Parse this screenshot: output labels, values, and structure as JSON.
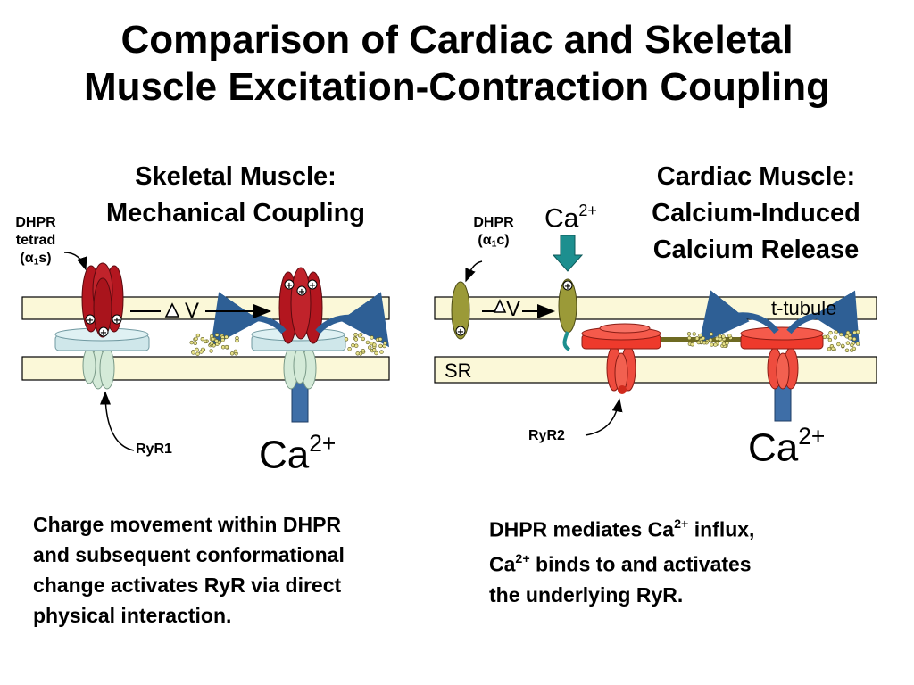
{
  "title_line1": "Comparison of Cardiac and Skeletal",
  "title_line2": "Muscle Excitation-Contraction Coupling",
  "skeletal": {
    "title_line1": "Skeletal Muscle:",
    "title_line2": "Mechanical Coupling",
    "dhpr_line1": "DHPR",
    "dhpr_line2": "tetrad",
    "dhpr_line3_pre": "(α",
    "dhpr_line3_sub": "1",
    "dhpr_line3_post": "s)",
    "ryr_label": "RyR1",
    "delta_v": "V",
    "ca_label": "Ca",
    "ca_charge": "2+",
    "caption_lines": [
      "Charge movement within DHPR",
      "and subsequent conformational",
      "change activates RyR via direct",
      "physical interaction."
    ]
  },
  "cardiac": {
    "title_line1": "Cardiac Muscle:",
    "title_line2": "Calcium-Induced",
    "title_line3": "Calcium Release",
    "dhpr_line1": "DHPR",
    "dhpr_line2_pre": "(α",
    "dhpr_line2_sub": "1",
    "dhpr_line2_post": "c)",
    "ryr_label": "RyR2",
    "delta_v": "V",
    "ca_top_label": "Ca",
    "ca_top_charge": "2+",
    "ca_bottom_label": "Ca",
    "ca_bottom_charge": "2+",
    "t_tubule_label": "t-tubule",
    "sr_label": "SR",
    "caption_line1_pre": "DHPR mediates Ca",
    "caption_line1_sup": "2+",
    "caption_line1_post": " influx,",
    "caption_line2_pre": "Ca",
    "caption_line2_sup": "2+",
    "caption_line2_post": " binds to and activates",
    "caption_line3": "the underlying RyR."
  },
  "colors": {
    "membrane": "#fbf8d8",
    "dhpr_skeletal": "#b3161f",
    "dhpr_cardiac": "#9b9a38",
    "ryr_skeletal": "#d4ead8",
    "ryr_cardiac": "#ee4c3e",
    "ca_channel": "#3e6ea7",
    "arrow_teal": "#1d8f8f"
  }
}
